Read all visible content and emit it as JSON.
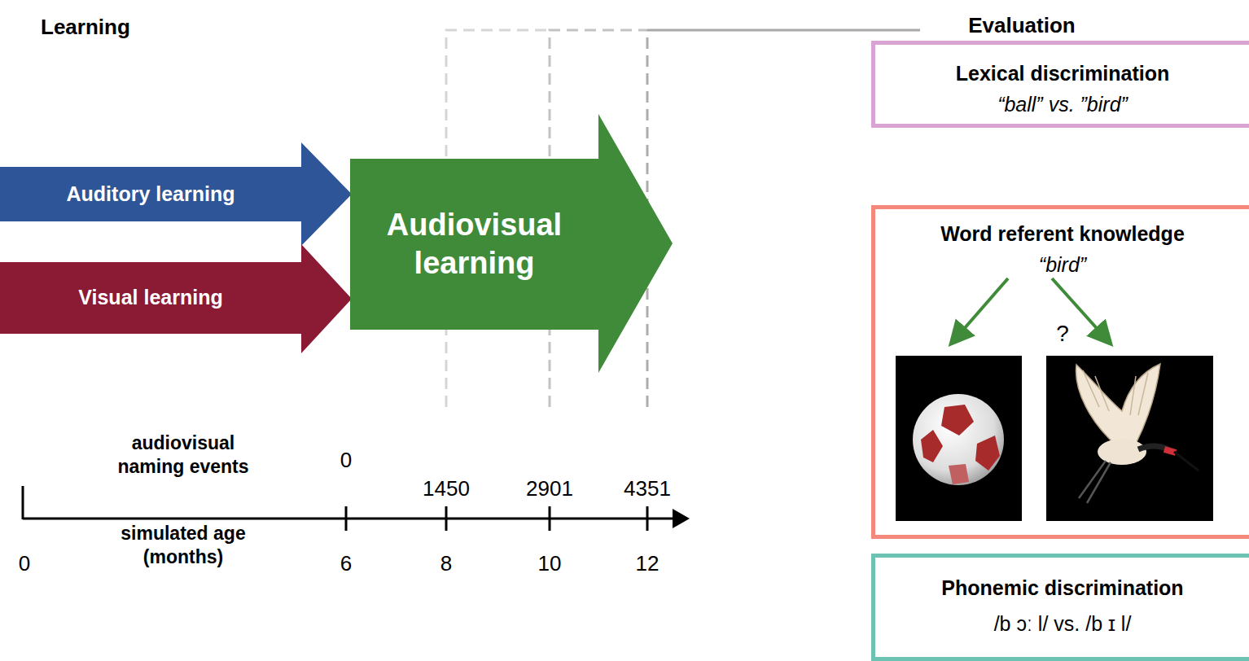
{
  "diagram": {
    "nodes": [
      {
        "text": [
          "Auditory learning"
        ]
      },
      {
        "text": [
          "Visual learning"
        ]
      },
      {
        "text": [
          "Audiovisual learning"
        ]
      },
      {
        "text": [
          "Lexical discrimination",
          "“ball” vs. ”bird”"
        ]
      },
      {
        "text": [
          "Word referent knowledge",
          "“bird”",
          "?"
        ]
      },
      {
        "text": [
          "Phonemic discrimination",
          "/b ɔː l/ vs. /b ɪ l/"
        ]
      }
    ],
    "labels": [
      "Learning",
      "Evaluation",
      "audiovisual naming events",
      "simulated age (months)",
      "0",
      "1450",
      "2901",
      "4351",
      "0",
      "6",
      "8",
      "10",
      "12"
    ]
  }
}
